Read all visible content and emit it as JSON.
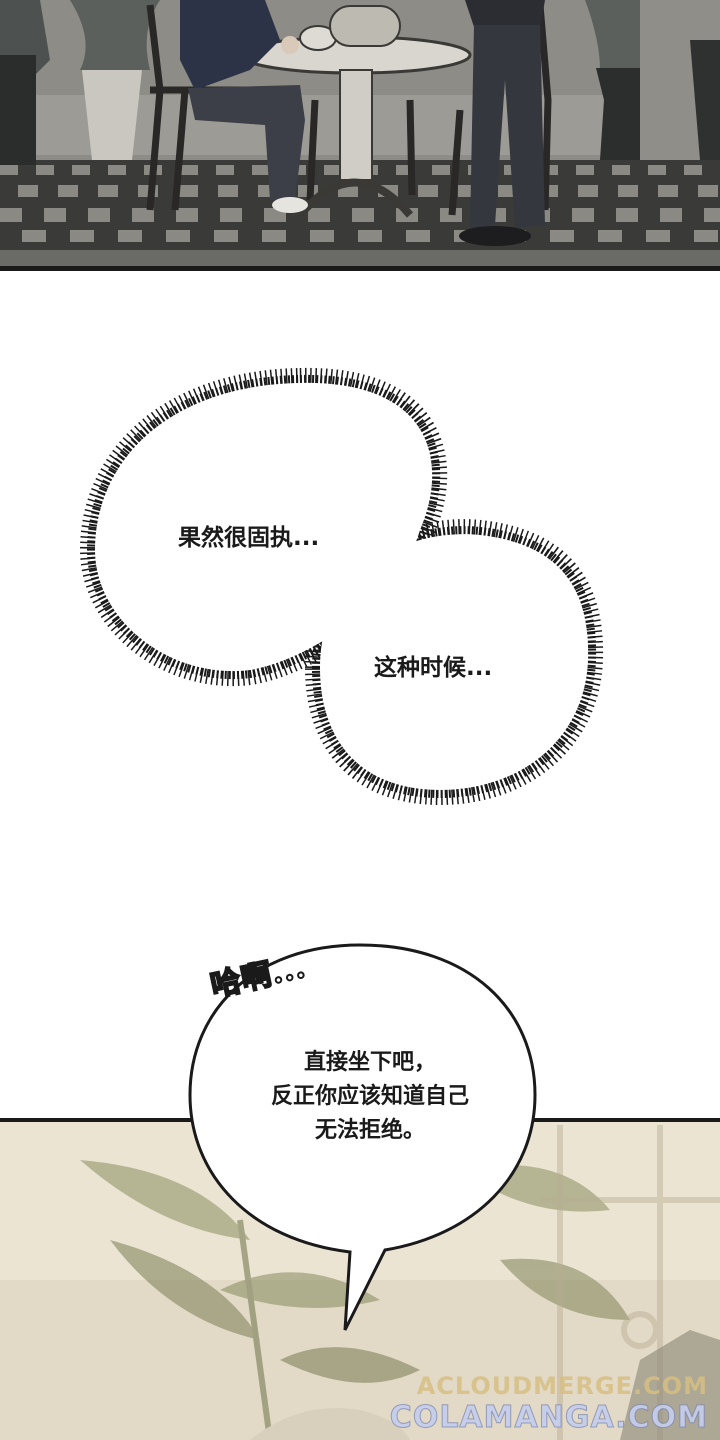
{
  "panels": {
    "thought_bubble_1": "果然很固执...",
    "thought_bubble_2": "这种时候...",
    "sfx": "哈啊...",
    "speech_bubble_lines": [
      "直接坐下吧，",
      "反正你应该知道自己",
      "无法拒绝。"
    ]
  },
  "watermarks": {
    "line1": "ACLOUDMERGE.COM",
    "line2": "COLAMANGA.COM"
  }
}
